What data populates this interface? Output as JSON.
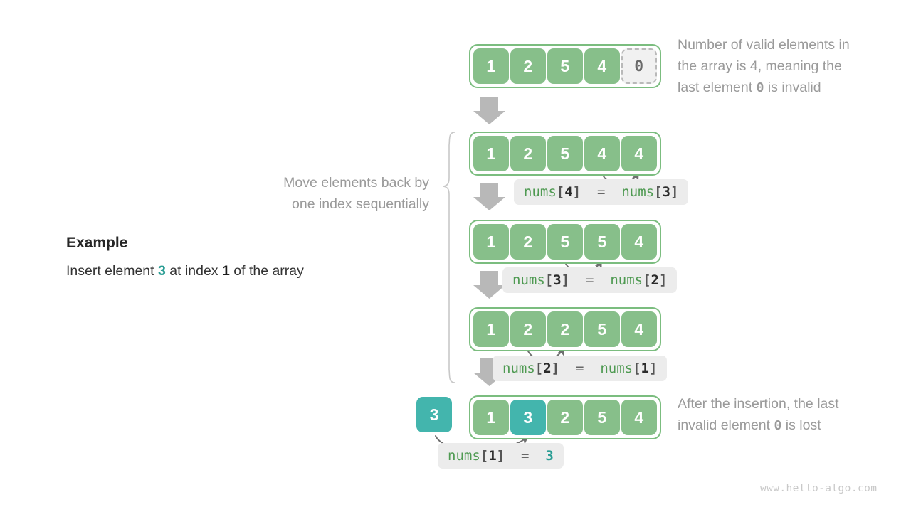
{
  "diagram": {
    "title": "Array insertion operation",
    "colors": {
      "cell_green": "#87bf8a",
      "cell_teal": "#43b5ad",
      "array_border": "#7bbd7f",
      "invalid_fill": "#f1f1f1",
      "arrow_gray": "#b5b5b5",
      "note_gray": "#9a9a9a",
      "code_bg": "#ececec",
      "code_identifier": "#4f9a52"
    }
  },
  "example": {
    "heading": "Example",
    "line_prefix": "Insert element ",
    "value": "3",
    "line_middle": " at index ",
    "index": "1",
    "line_suffix": " of the array"
  },
  "notes": {
    "top": {
      "line1": "Number of valid elements in",
      "line2_a": "the array is 4, meaning the",
      "line3_a": "last element ",
      "line3_code": "0",
      "line3_b": " is invalid"
    },
    "middle": {
      "line1": "Move elements back by",
      "line2": "one index sequentially"
    },
    "bottom": {
      "line1": "After the insertion, the last",
      "line2_a": "invalid element ",
      "line2_code": "0",
      "line2_b": " is lost"
    }
  },
  "rows": [
    {
      "id": "row-initial",
      "cells": [
        {
          "value": "1",
          "state": "valid"
        },
        {
          "value": "2",
          "state": "valid"
        },
        {
          "value": "5",
          "state": "valid"
        },
        {
          "value": "4",
          "state": "valid"
        },
        {
          "value": "0",
          "state": "invalid"
        }
      ]
    },
    {
      "id": "row-step-1",
      "cells": [
        {
          "value": "1",
          "state": "valid"
        },
        {
          "value": "2",
          "state": "valid"
        },
        {
          "value": "5",
          "state": "valid"
        },
        {
          "value": "4",
          "state": "valid"
        },
        {
          "value": "4",
          "state": "valid"
        }
      ]
    },
    {
      "id": "row-step-2",
      "cells": [
        {
          "value": "1",
          "state": "valid"
        },
        {
          "value": "2",
          "state": "valid"
        },
        {
          "value": "5",
          "state": "valid"
        },
        {
          "value": "5",
          "state": "valid"
        },
        {
          "value": "4",
          "state": "valid"
        }
      ]
    },
    {
      "id": "row-step-3",
      "cells": [
        {
          "value": "1",
          "state": "valid"
        },
        {
          "value": "2",
          "state": "valid"
        },
        {
          "value": "2",
          "state": "valid"
        },
        {
          "value": "5",
          "state": "valid"
        },
        {
          "value": "4",
          "state": "valid"
        }
      ]
    },
    {
      "id": "row-final",
      "cells": [
        {
          "value": "1",
          "state": "valid"
        },
        {
          "value": "3",
          "state": "inserted"
        },
        {
          "value": "2",
          "state": "valid"
        },
        {
          "value": "5",
          "state": "valid"
        },
        {
          "value": "4",
          "state": "valid"
        }
      ]
    }
  ],
  "inserted_element": {
    "value": "3"
  },
  "code_labels": [
    {
      "id": "assign-4-3",
      "lhs_name": "nums",
      "lhs_index": "4",
      "operator": "=",
      "rhs_name": "nums",
      "rhs_index": "3",
      "rhs_is_literal": false
    },
    {
      "id": "assign-3-2",
      "lhs_name": "nums",
      "lhs_index": "3",
      "operator": "=",
      "rhs_name": "nums",
      "rhs_index": "2",
      "rhs_is_literal": false
    },
    {
      "id": "assign-2-1",
      "lhs_name": "nums",
      "lhs_index": "2",
      "operator": "=",
      "rhs_name": "nums",
      "rhs_index": "1",
      "rhs_is_literal": false
    },
    {
      "id": "assign-1-literal",
      "lhs_name": "nums",
      "lhs_index": "1",
      "operator": "=",
      "rhs_literal": "3",
      "rhs_is_literal": true
    }
  ],
  "footer": {
    "watermark": "www.hello-algo.com"
  }
}
